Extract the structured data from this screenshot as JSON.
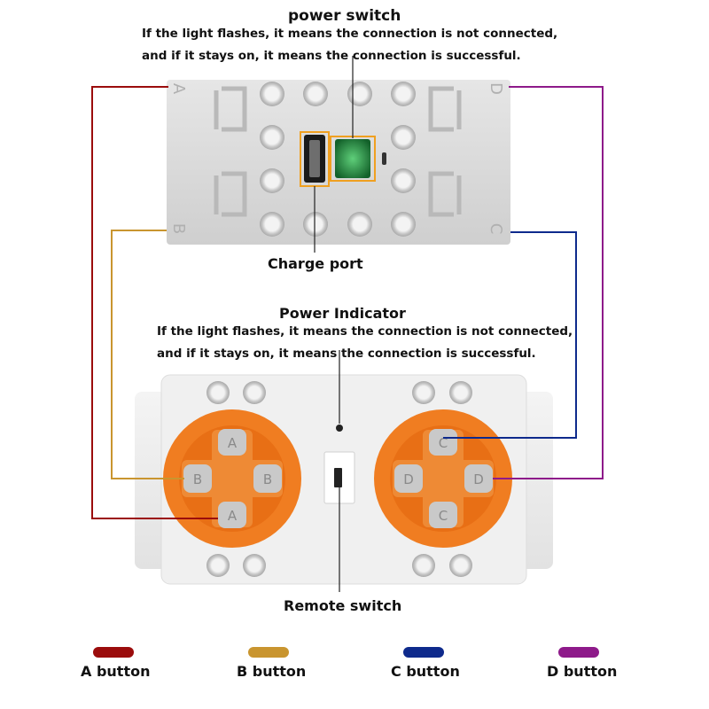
{
  "labels": {
    "power_switch_title": "power switch",
    "power_switch_note_1": "If the light flashes, it means the connection is not connected,",
    "power_switch_note_2": "and if it stays on, it means the connection is successful.",
    "charge_port": "Charge port",
    "power_indicator_title": "Power Indicator",
    "power_indicator_note_1": "If the light flashes, it means the connection is not connected,",
    "power_indicator_note_2": "and if it stays on, it means the connection is successful.",
    "remote_switch": "Remote switch"
  },
  "receiver": {
    "port_a": "A",
    "port_b": "B",
    "port_c": "C",
    "port_d": "D"
  },
  "remote": {
    "left_pad": {
      "up": "A",
      "left": "B",
      "right": "B",
      "down": "A"
    },
    "right_pad": {
      "up": "C",
      "left": "D",
      "right": "D",
      "down": "C"
    }
  },
  "legend": [
    {
      "label": "A button",
      "color": "#9b0c0c"
    },
    {
      "label": "B button",
      "color": "#c9952f"
    },
    {
      "label": "C button",
      "color": "#0e2a8c"
    },
    {
      "label": "D button",
      "color": "#8e1a8a"
    }
  ],
  "colors": {
    "orange": "#f07d21",
    "body_gray": "#dcdcdc",
    "led_green": "#1f8a3c",
    "highlight": "#f0a020"
  }
}
